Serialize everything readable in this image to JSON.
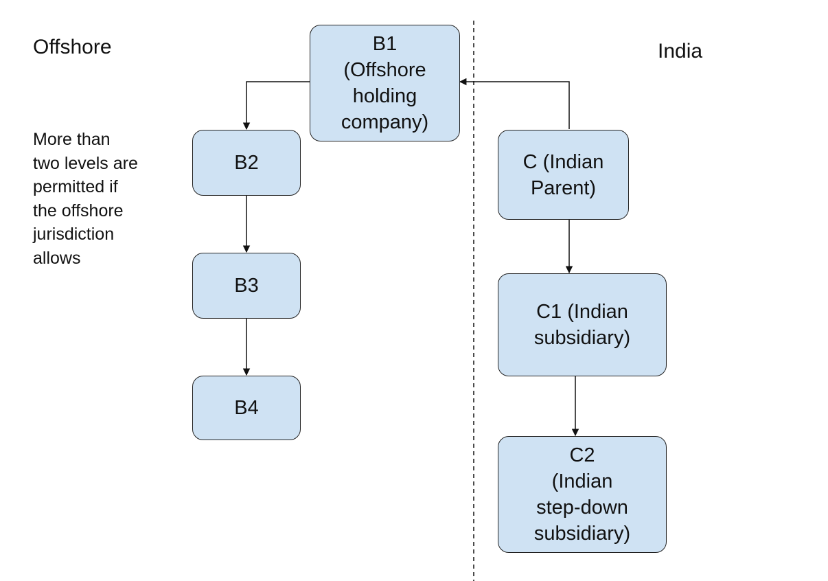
{
  "labels": {
    "offshore": "Offshore",
    "india": "India",
    "note": "More than\ntwo levels are\npermitted if\nthe offshore\njurisdiction\nallows"
  },
  "nodes": {
    "b1": "B1\n(Offshore\nholding\ncompany)",
    "b2": "B2",
    "b3": "B3",
    "b4": "B4",
    "c": "C (Indian\nParent)",
    "c1": "C1 (Indian\nsubsidiary)",
    "c2": "C2\n(Indian\nstep-down\nsubsidiary)"
  },
  "edges": [
    {
      "from": "B1",
      "to": "B2"
    },
    {
      "from": "B2",
      "to": "B3"
    },
    {
      "from": "B3",
      "to": "B4"
    },
    {
      "from": "C",
      "to": "B1"
    },
    {
      "from": "C",
      "to": "C1"
    },
    {
      "from": "C1",
      "to": "C2"
    }
  ],
  "colors": {
    "node_fill": "#cfe2f3",
    "node_border": "#222222",
    "line": "#111111"
  }
}
